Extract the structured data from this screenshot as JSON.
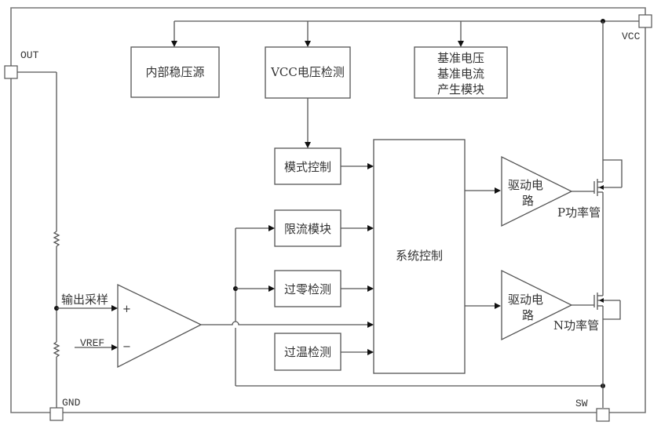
{
  "title": "Synchronous buck converter internal block diagram",
  "pins": {
    "out": "OUT",
    "vcc": "VCC",
    "gnd": "GND",
    "sw": "SW"
  },
  "blocks": {
    "internal_regulator": "内部稳压源",
    "vcc_voltage_detect": "VCC电压检测",
    "reference_gen": [
      "基准电压",
      "基准电流",
      "产生模块"
    ],
    "mode_control": "模式控制",
    "current_limit": "限流模块",
    "zero_cross_detect": "过零检测",
    "over_temp_detect": "过温检测",
    "system_control": "系统控制",
    "driver_p": [
      "驱动电",
      "路"
    ],
    "driver_n": [
      "驱动电",
      "路"
    ]
  },
  "labels": {
    "output_sample": "输出采样",
    "vref": "VREF",
    "plus": "+",
    "minus": "−",
    "p_mosfet": "P功率管",
    "n_mosfet": "N功率管"
  },
  "colors": {
    "line": "#555555",
    "frame": "#777777",
    "text": "#333333"
  }
}
